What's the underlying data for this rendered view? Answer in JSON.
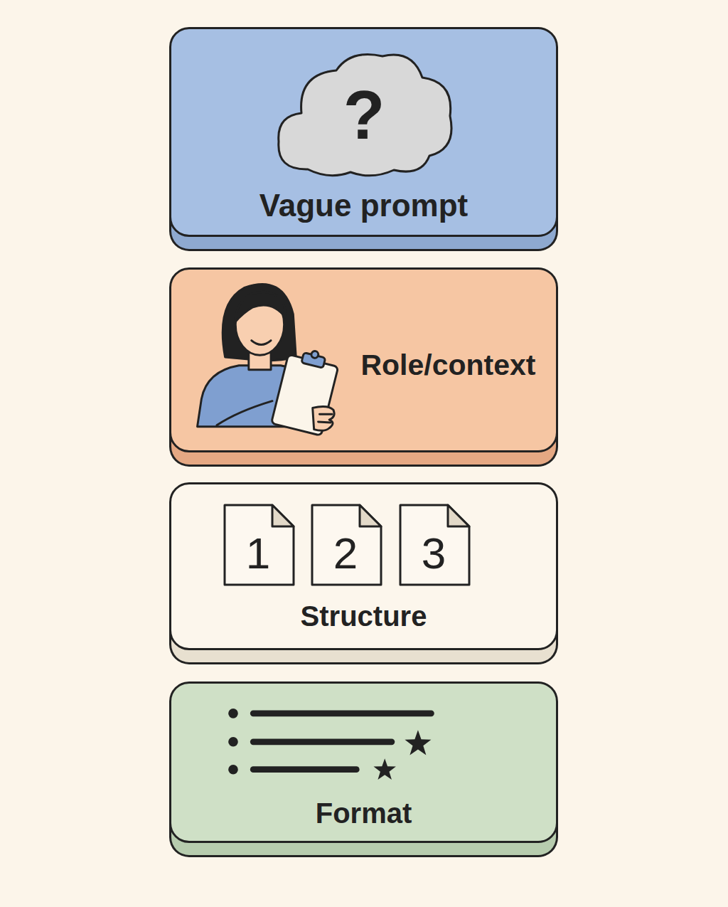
{
  "diagram": {
    "nodes": [
      {
        "text": [
          "Vague prompt"
        ]
      },
      {
        "text": [
          "?"
        ],
        "in": 0
      },
      {
        "text": [
          "Role/context"
        ]
      },
      {
        "text": [
          "Structure"
        ]
      },
      {
        "text": [
          "1"
        ],
        "in": 3
      },
      {
        "text": [
          "2"
        ],
        "in": 3
      },
      {
        "text": [
          "3"
        ],
        "in": 3
      },
      {
        "text": [
          "Format"
        ]
      }
    ]
  }
}
